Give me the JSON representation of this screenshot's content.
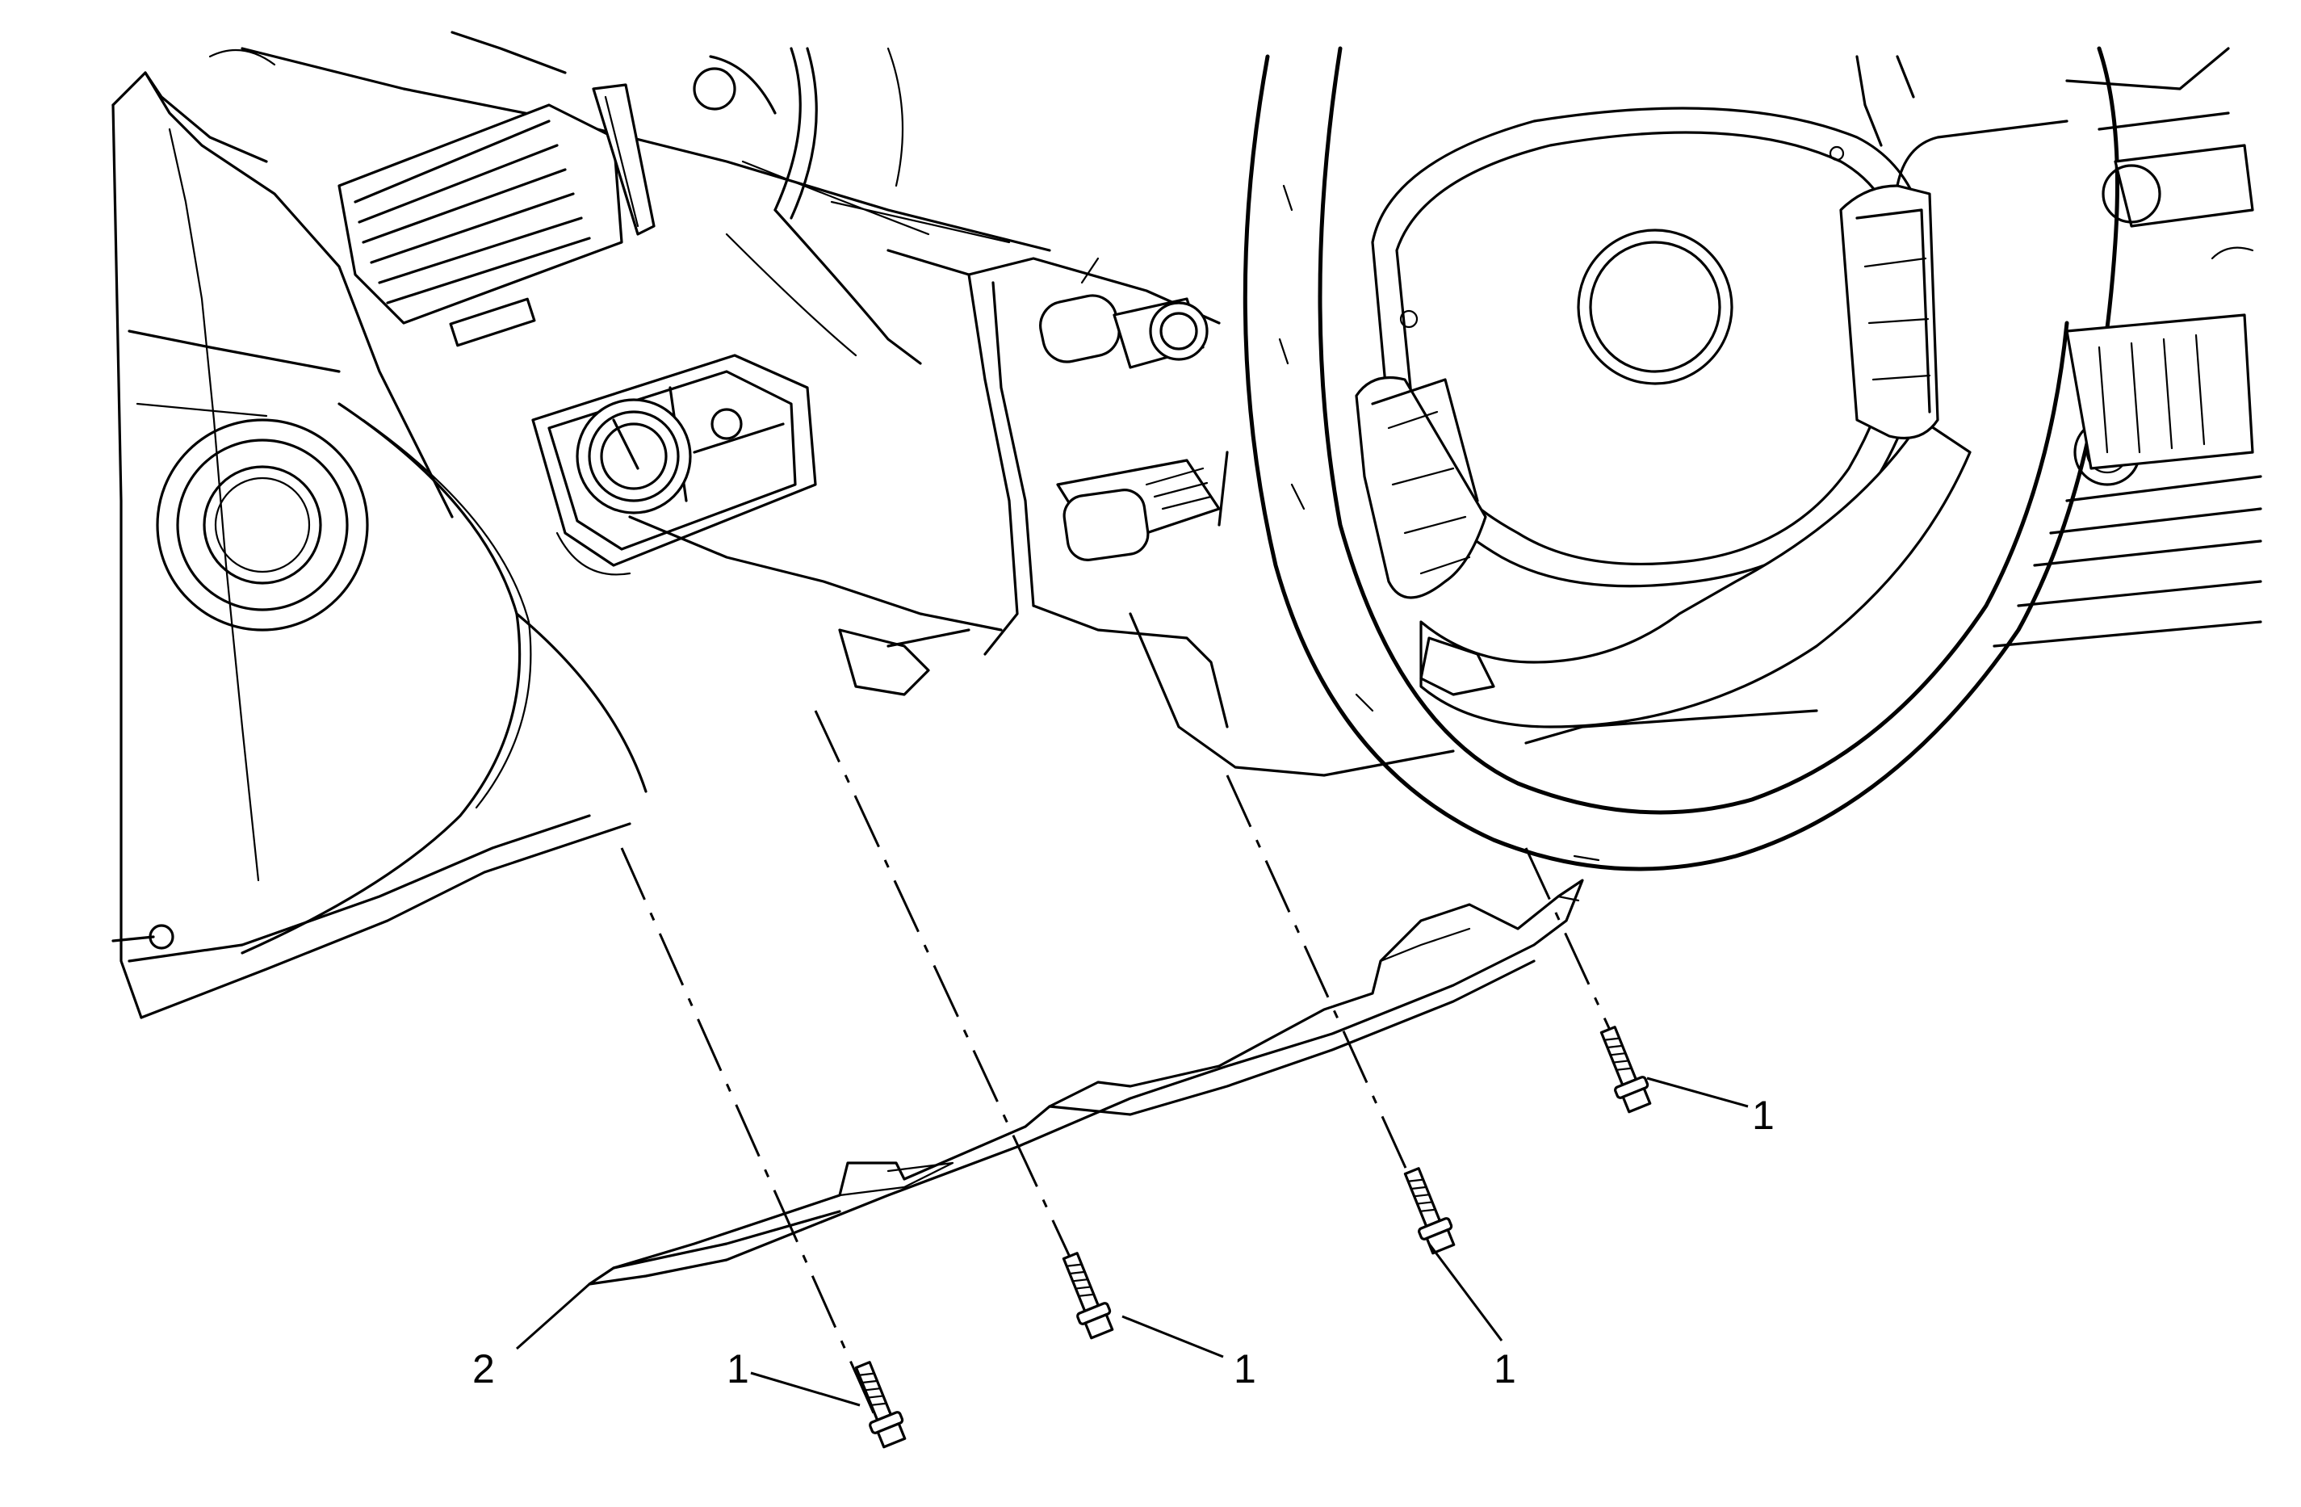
{
  "callouts": [
    {
      "id": "bolt-a",
      "label": "1"
    },
    {
      "id": "bolt-b",
      "label": "1"
    },
    {
      "id": "bolt-c",
      "label": "1"
    },
    {
      "id": "bolt-d",
      "label": "1"
    },
    {
      "id": "panel",
      "label": "2"
    }
  ]
}
